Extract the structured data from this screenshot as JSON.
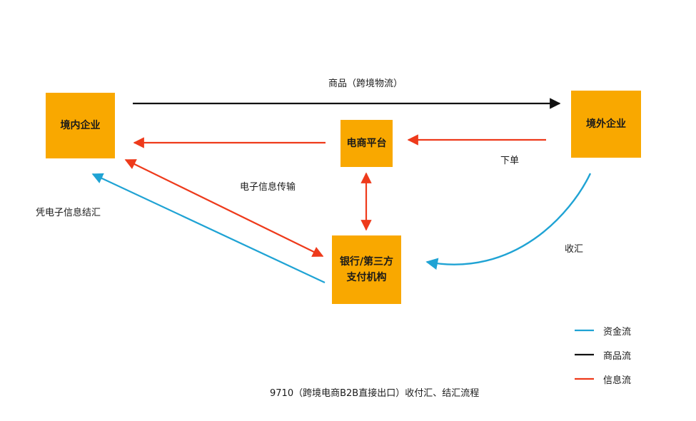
{
  "nodes": {
    "domestic": "境内企业",
    "overseas": "境外企业",
    "platform": "电商平台",
    "bank_line1": "银行/第三方",
    "bank_line2": "支付机构"
  },
  "edge_labels": {
    "goods": "商品（跨境物流）",
    "order": "下单",
    "info_transfer": "电子信息传输",
    "settle": "凭电子信息结汇",
    "collect": "收汇"
  },
  "legend": [
    {
      "label": "资金流",
      "color": "#1fa3d4"
    },
    {
      "label": "商品流",
      "color": "#111111"
    },
    {
      "label": "信息流",
      "color": "#ee3a1b"
    }
  ],
  "caption": "9710（跨境电商B2B直接出口）收付汇、结汇流程",
  "colors": {
    "node_fill": "#f9a800",
    "funds": "#1fa3d4",
    "goods": "#111111",
    "info": "#ee3a1b"
  }
}
